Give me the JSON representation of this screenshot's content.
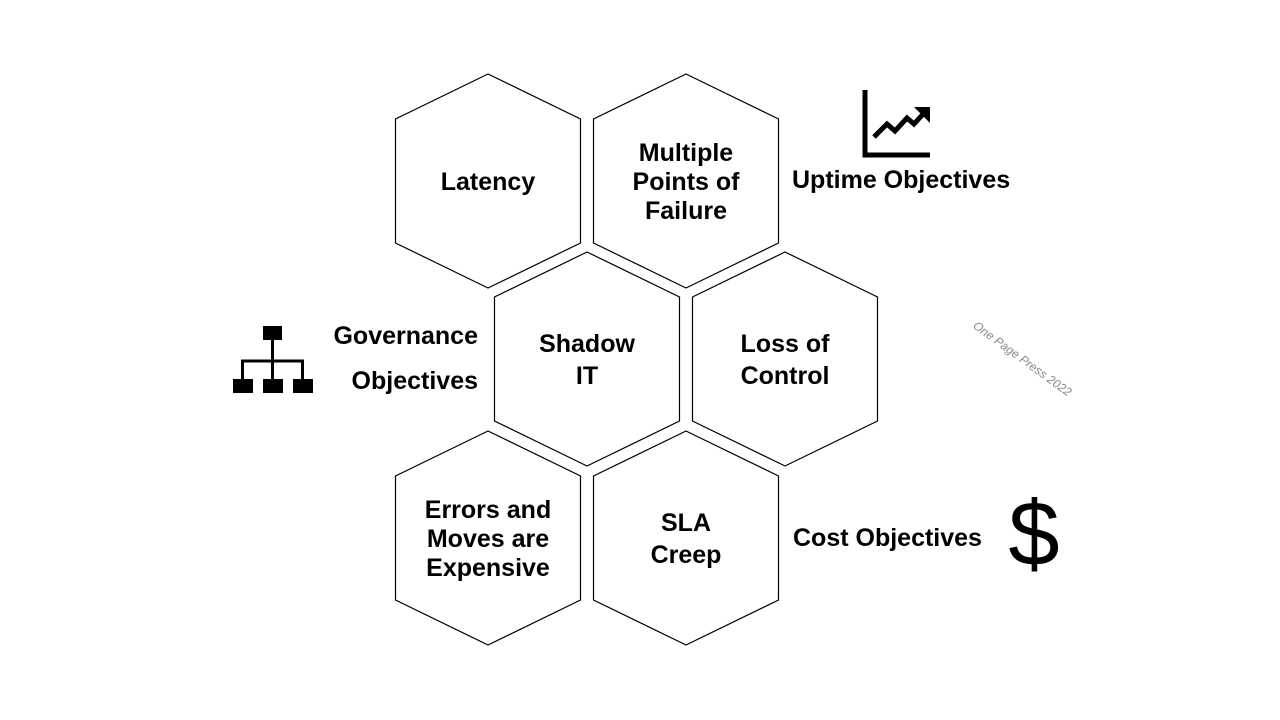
{
  "hexagons": [
    {
      "lines": [
        "Latency"
      ]
    },
    {
      "lines": [
        "Multiple",
        "Points of",
        "Failure"
      ]
    },
    {
      "lines": [
        "Shadow",
        "IT"
      ]
    },
    {
      "lines": [
        "Loss of",
        "Control"
      ]
    },
    {
      "lines": [
        "Errors and",
        "Moves are",
        "Expensive"
      ]
    },
    {
      "lines": [
        "SLA",
        "Creep"
      ]
    }
  ],
  "objectives": {
    "uptime": {
      "label": "Uptime Objectives",
      "icon": "trending-up-chart-icon"
    },
    "governance": {
      "lines": [
        "Governance",
        "Objectives"
      ],
      "icon": "org-chart-icon"
    },
    "cost": {
      "label": "Cost Objectives",
      "icon": "dollar-sign-icon"
    }
  },
  "watermark": "One Page Press 2022"
}
